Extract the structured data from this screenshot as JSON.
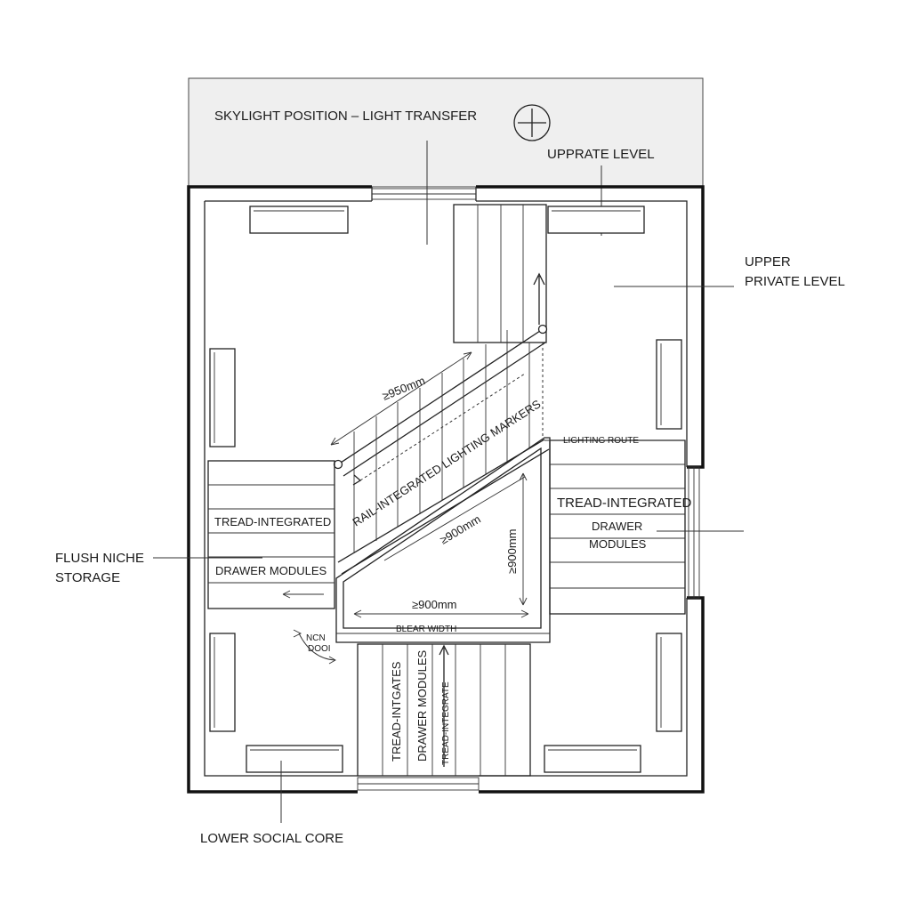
{
  "labels": {
    "skylight": "SKYLIGHT POSITION – LIGHT TRANSFER",
    "upprate_level": "UPPRATE LEVEL",
    "upper": "UPPER",
    "private_level": "PRIVATE LEVEL",
    "lighting_route": "LIGHTING ROUTE",
    "rail_markers": "RAIL-INTEGRATED LIGHTING MARKERS",
    "dim_950": "≥950mm",
    "dim_900_diag": "≥900mm",
    "dim_900_vert": "≥900mm",
    "dim_900_horiz": "≥900mm",
    "clear_width": "BLEAR WIDTH",
    "left_tread": "TREAD-INTEGRATED",
    "left_drawer": "DRAWER MODULES",
    "right_tread": "TREAD-INTEGRATED",
    "right_drawer_1": "DRAWER",
    "right_drawer_2": "MODULES",
    "flush_niche": "FLUSH NICHE",
    "storage": "STORAGE",
    "non_door_1": "NCN",
    "non_door_2": "DOOI",
    "bottom_tread": "TREAD-INTGATES",
    "bottom_drawer": "DRAWER MODULES",
    "bottom_route": "TREAD-INTEGRATE",
    "lower_social": "LOWER SOCIAL CORE"
  },
  "icons": {
    "north": "crosshair-circle-icon"
  }
}
